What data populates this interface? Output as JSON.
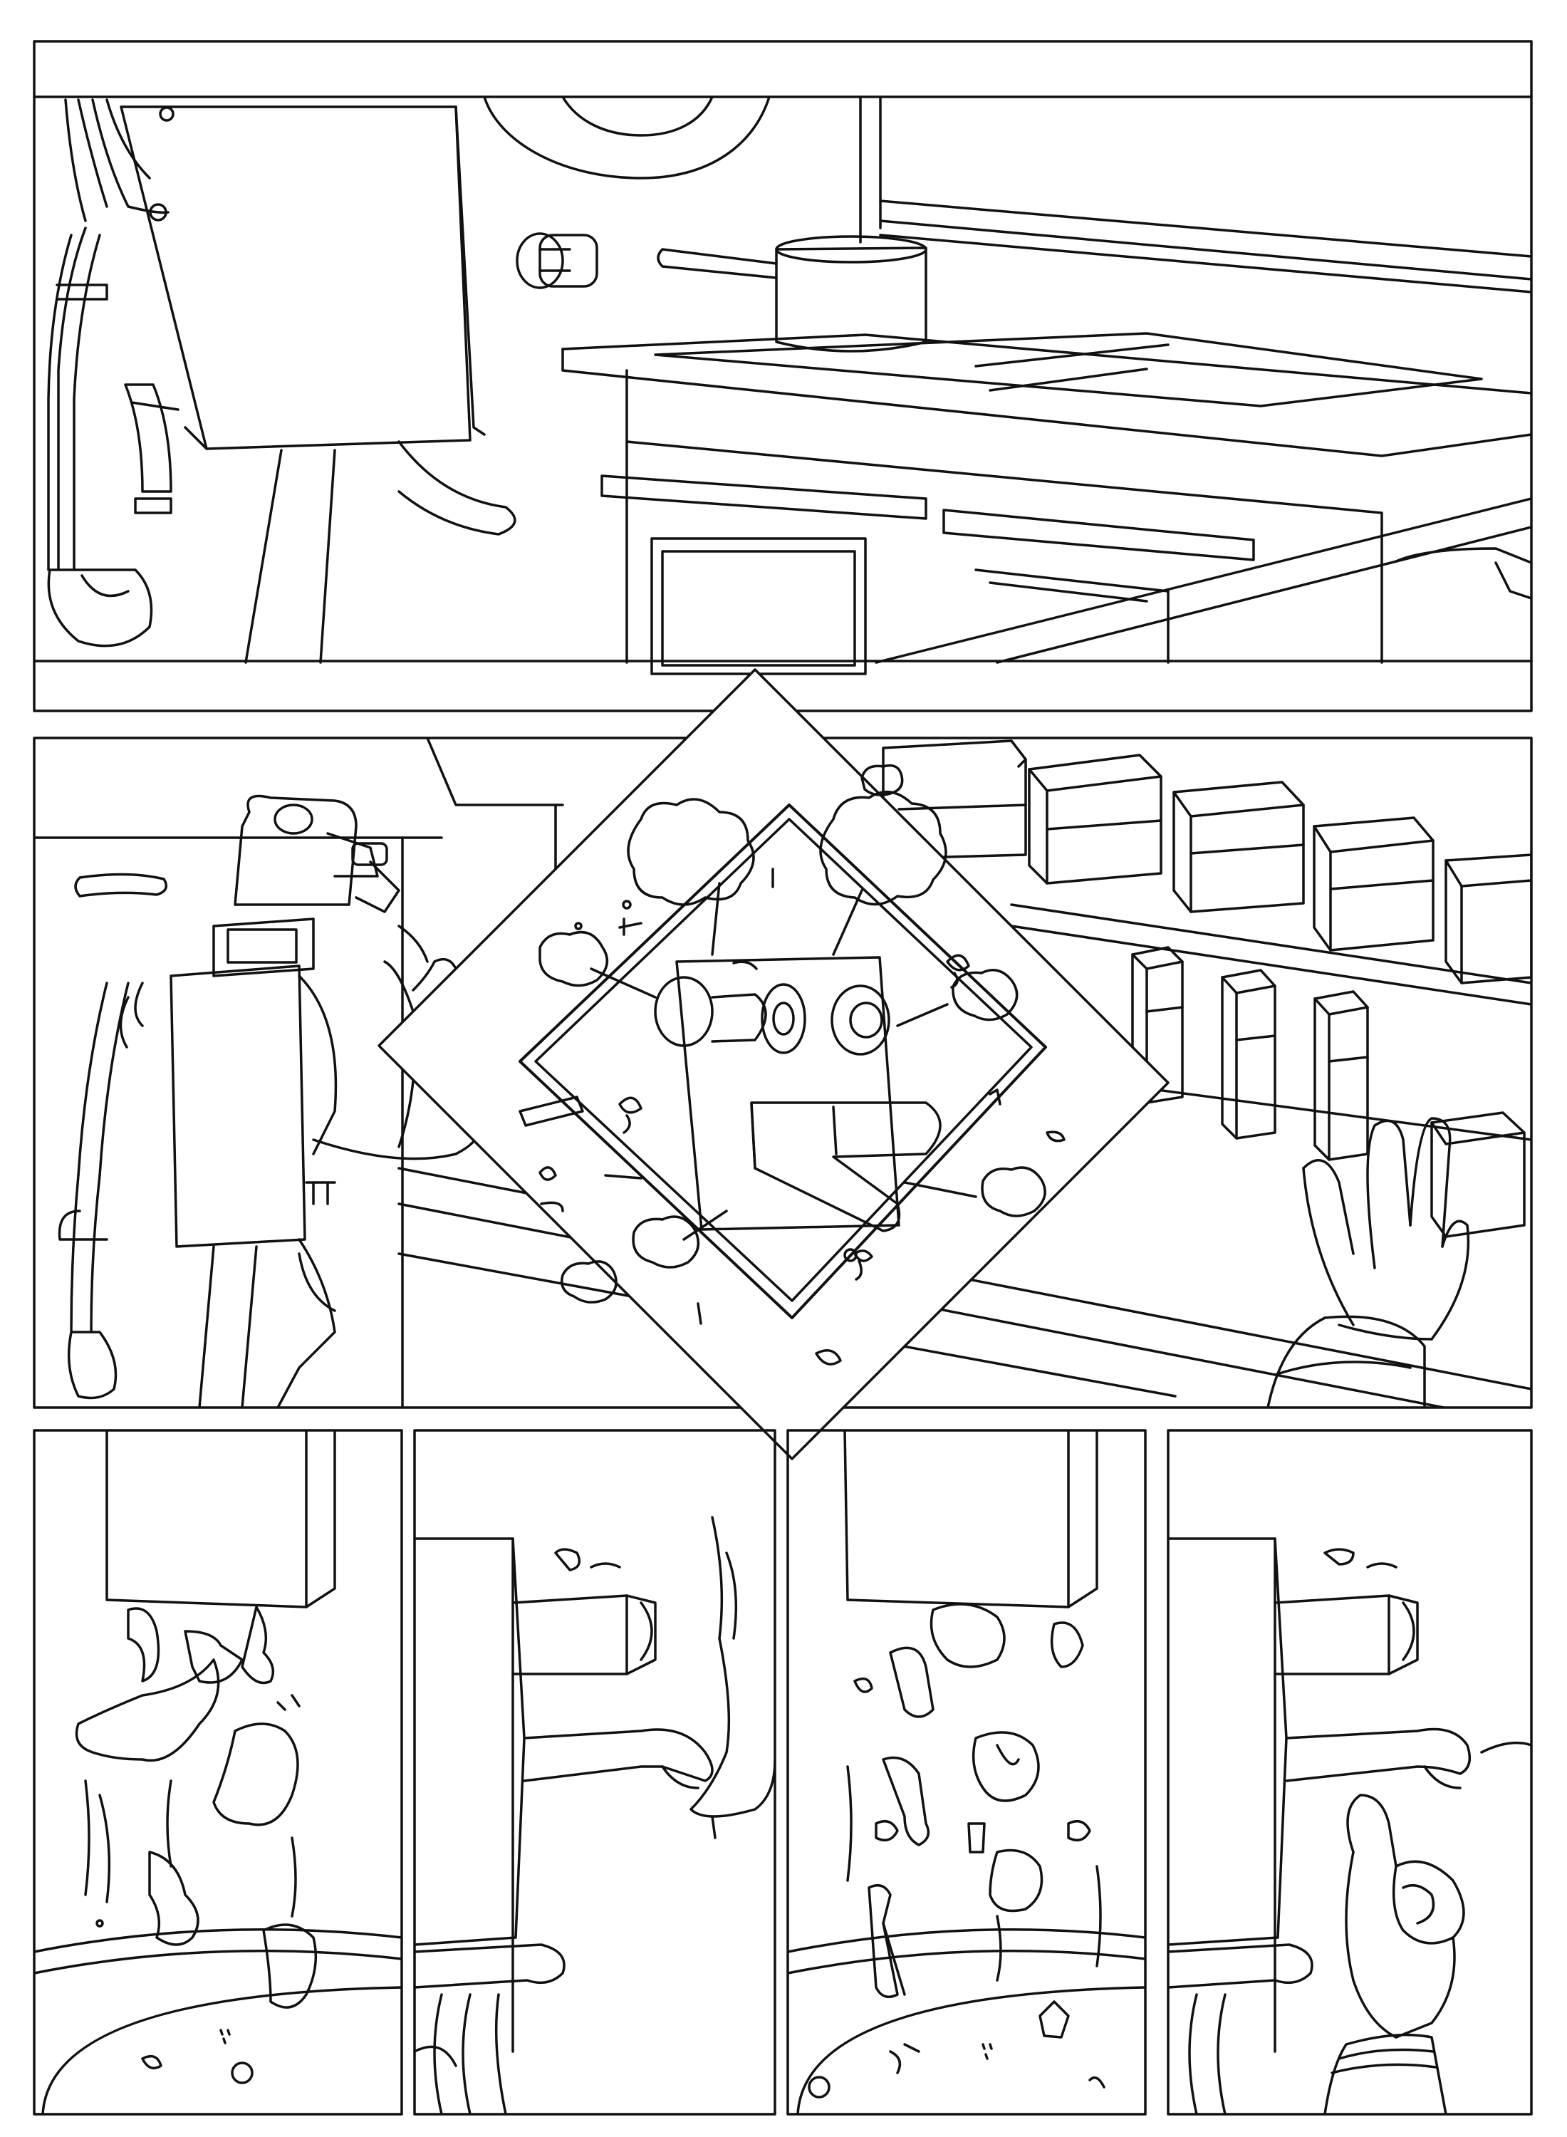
{
  "page": {
    "kind": "comic page",
    "style": "black-and-white line art",
    "dialogue": [],
    "colors": {
      "ink": "#111111",
      "paper": "#ffffff"
    }
  },
  "panels": [
    {
      "id": "kitchen-stove",
      "icons": [
        "robot-chef-icon",
        "saucepan-icon",
        "stove-icon"
      ]
    },
    {
      "id": "robot-at-shelves",
      "icons": [
        "robot-chef-icon",
        "spice-box-icon",
        "hand-icon"
      ]
    },
    {
      "id": "inset-explosion",
      "icons": [
        "explosion-puff-icon",
        "machine-icon"
      ]
    },
    {
      "id": "robot-drops-scraps",
      "icons": [
        "food-scrap-icon",
        "pot-icon"
      ]
    },
    {
      "id": "robot-arm-reaches",
      "icons": [
        "robot-arm-icon"
      ]
    },
    {
      "id": "robot-drops-ingredients",
      "icons": [
        "food-scrap-icon",
        "pot-icon"
      ]
    },
    {
      "id": "robot-ok-gesture",
      "icons": [
        "ok-hand-icon"
      ]
    }
  ]
}
